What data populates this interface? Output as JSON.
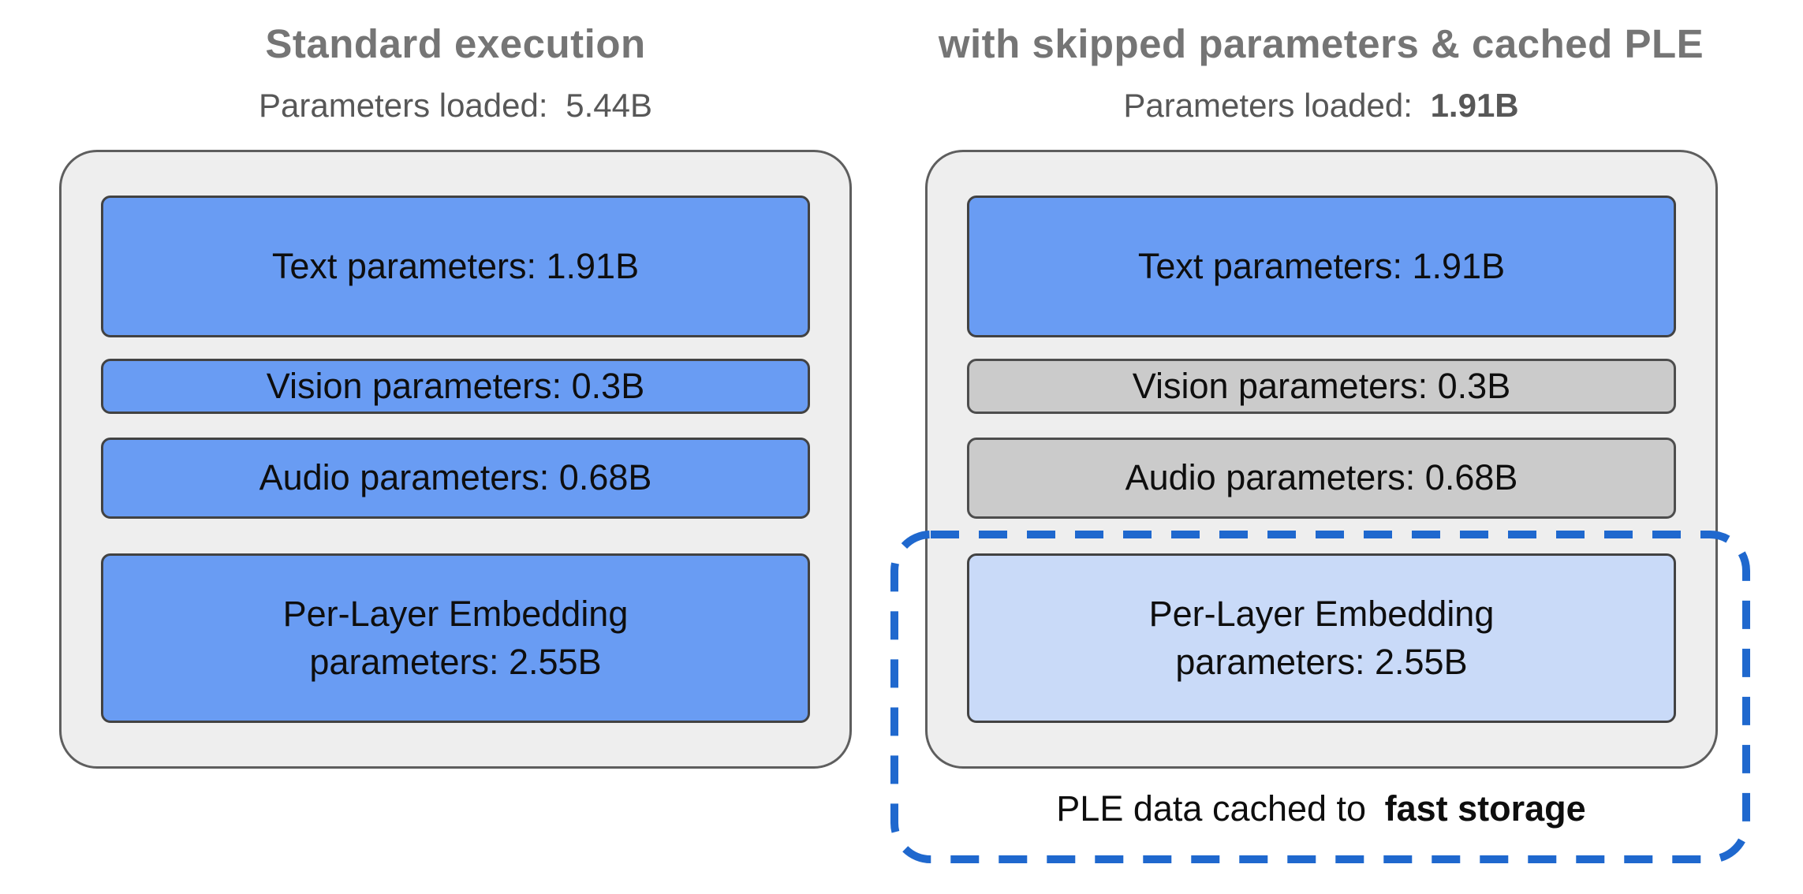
{
  "left_panel": {
    "title": "Standard execution",
    "subtitle_label": "Parameters loaded:",
    "subtitle_value": "5.44B",
    "boxes": {
      "text": "Text parameters: 1.91B",
      "vision": "Vision parameters: 0.3B",
      "audio": "Audio parameters: 0.68B",
      "ple_line1": "Per-Layer Embedding",
      "ple_line2": "parameters: 2.55B"
    }
  },
  "right_panel": {
    "title": "with skipped parameters & cached PLE",
    "subtitle_label": "Parameters loaded:",
    "subtitle_value": "1.91B",
    "boxes": {
      "text": "Text parameters: 1.91B",
      "vision": "Vision parameters: 0.3B",
      "audio": "Audio parameters: 0.68B",
      "ple_line1": "Per-Layer Embedding",
      "ple_line2": "parameters: 2.55B"
    },
    "cache_note_prefix": "PLE data cached to",
    "cache_note_bold": "fast storage"
  },
  "colors": {
    "loaded_box_blue": "#699cf3",
    "skipped_box_gray": "#cbcbcb",
    "cached_box_light_blue": "#c9daf8",
    "container_fill": "#eeeeee",
    "container_border": "#5e5e5e",
    "box_border": "#424242",
    "dashed_outline_blue": "#1f68ce",
    "title_gray": "#757575",
    "subtitle_gray": "#575757"
  }
}
